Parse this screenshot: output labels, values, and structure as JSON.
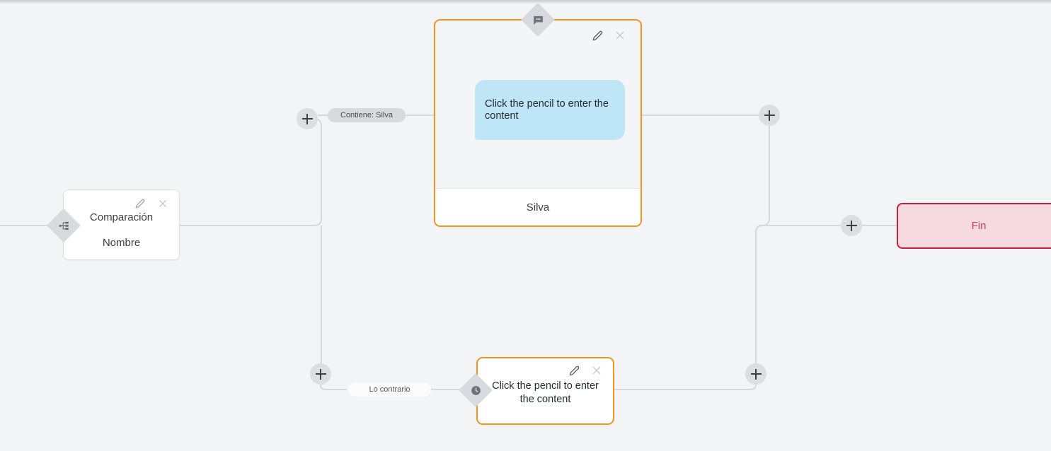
{
  "canvas": {
    "background_color": "#f3f4f6",
    "line_color": "#d6d8dc"
  },
  "nodes": {
    "compare": {
      "name": "Comparación",
      "subtitle": "Nombre",
      "badge_icon": "sitemap-icon",
      "edit_icon": "pencil-icon",
      "close_icon": "close-icon"
    },
    "message_top": {
      "bubble_text": "Click the pencil to enter the content",
      "footer_label": "Silva",
      "badge_icon": "chat-bubble-icon",
      "edit_icon": "pencil-icon",
      "close_icon": "close-icon",
      "border_color": "#f39324",
      "bubble_color": "#bfe6f6"
    },
    "message_bottom": {
      "body_text": "Click the pencil to enter the content",
      "badge_icon": "clock-icon",
      "edit_icon": "pencil-icon",
      "close_icon": "close-icon",
      "border_color": "#f39324"
    },
    "end": {
      "label": "Fin",
      "border_color": "#c42043",
      "fill_color": "#f6dae0",
      "text_color": "#c4405c"
    }
  },
  "edge_labels": {
    "contains": "Contiene: Silva",
    "otherwise": "Lo contrario"
  },
  "add_buttons": {
    "label": "+",
    "name_top_left": "add-node-top-left",
    "name_top_right": "add-node-top-right",
    "name_bottom_left": "add-node-bottom-left",
    "name_bottom_right": "add-node-bottom-right",
    "name_end": "add-node-before-end"
  }
}
